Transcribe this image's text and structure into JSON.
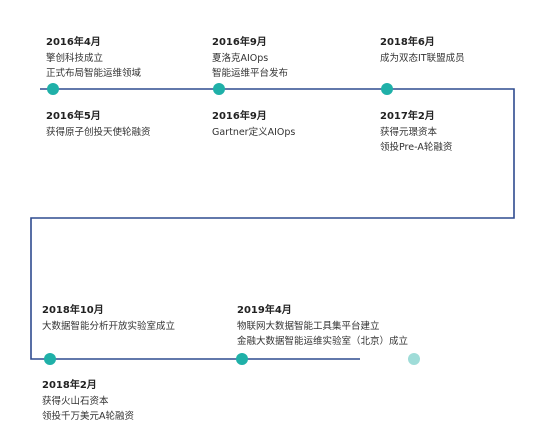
{
  "colors": {
    "line": "#2f4b8f",
    "node": "#1fb0a8",
    "node_fade": "#9fdcd8"
  },
  "events": [
    {
      "date": "2016年4月",
      "lines": [
        "擎创科技成立",
        "正式布局智能运维领域"
      ]
    },
    {
      "date": "2016年5月",
      "lines": [
        "获得原子创投天使轮融资"
      ]
    },
    {
      "date": "2016年9月",
      "lines": [
        "夏洛克AIOps",
        "智能运维平台发布"
      ]
    },
    {
      "date": "2016年9月",
      "lines": [
        "Gartner定义AIOps"
      ]
    },
    {
      "date": "2018年6月",
      "lines": [
        "成为双态IT联盟成员"
      ]
    },
    {
      "date": "2017年2月",
      "lines": [
        "获得元璟资本",
        "领投Pre-A轮融资"
      ]
    },
    {
      "date": "2018年10月",
      "lines": [
        "大数据智能分析开放实验室成立"
      ]
    },
    {
      "date": "2018年2月",
      "lines": [
        "获得火山石资本",
        "领投千万美元A轮融资"
      ]
    },
    {
      "date": "2019年4月",
      "lines": [
        "物联网大数据智能工具集平台建立",
        "金融大数据智能运维实验室（北京）成立"
      ]
    }
  ]
}
